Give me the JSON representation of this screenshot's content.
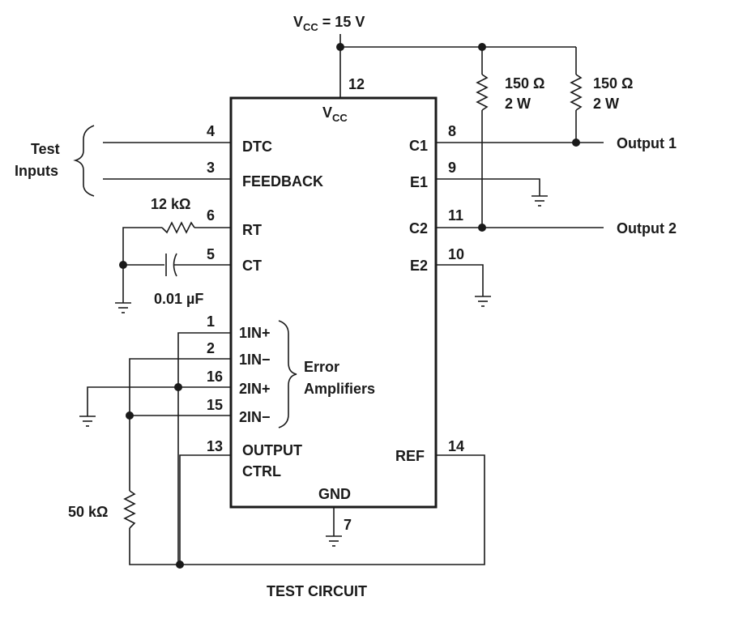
{
  "supply": {
    "label": "V",
    "sub": "CC",
    "value": " = 15 V"
  },
  "chip": {
    "vcc_label": "V",
    "vcc_sub": "CC",
    "gnd_label": "GND",
    "pins_left": [
      {
        "num": "4",
        "label": "DTC"
      },
      {
        "num": "3",
        "label": "FEEDBACK"
      },
      {
        "num": "6",
        "label": "RT"
      },
      {
        "num": "5",
        "label": "CT"
      },
      {
        "num": "1",
        "label": "1IN+"
      },
      {
        "num": "2",
        "label": "1IN−"
      },
      {
        "num": "16",
        "label": "2IN+"
      },
      {
        "num": "15",
        "label": "2IN−"
      },
      {
        "num": "13",
        "label": "OUTPUT",
        "label2": "CTRL"
      }
    ],
    "pins_right": [
      {
        "num": "8",
        "label": "C1"
      },
      {
        "num": "9",
        "label": "E1"
      },
      {
        "num": "11",
        "label": "C2"
      },
      {
        "num": "10",
        "label": "E2"
      },
      {
        "num": "14",
        "label": "REF"
      }
    ],
    "pin_vcc": "12",
    "pin_gnd": "7"
  },
  "components": {
    "r_load1": {
      "value": "150 Ω",
      "power": "2 W"
    },
    "r_load2": {
      "value": "150 Ω",
      "power": "2 W"
    },
    "r_rt": "12 kΩ",
    "c_ct": "0.01 µF",
    "r_pot": "50 kΩ"
  },
  "labels": {
    "test_inputs_1": "Test",
    "test_inputs_2": "Inputs",
    "error_amp_1": "Error",
    "error_amp_2": "Amplifiers",
    "output1": "Output 1",
    "output2": "Output 2",
    "caption": "TEST CIRCUIT"
  }
}
